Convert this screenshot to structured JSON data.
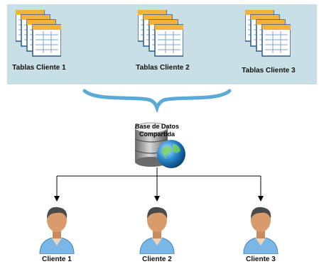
{
  "tables": [
    {
      "label": "Tablas Cliente 1"
    },
    {
      "label": "Tablas Cliente 2"
    },
    {
      "label": "Tablas Cliente 3"
    }
  ],
  "database": {
    "line1": "Base de Datos",
    "line2": "Compartida"
  },
  "clients": [
    {
      "label": "Cliente 1"
    },
    {
      "label": "Cliente 2"
    },
    {
      "label": "Cliente 3"
    }
  ],
  "colors": {
    "panel": "#c9dfe6",
    "brace": "#5aa9d6",
    "table_header": "#f3b23a",
    "shirt": "#7ab7e6"
  }
}
